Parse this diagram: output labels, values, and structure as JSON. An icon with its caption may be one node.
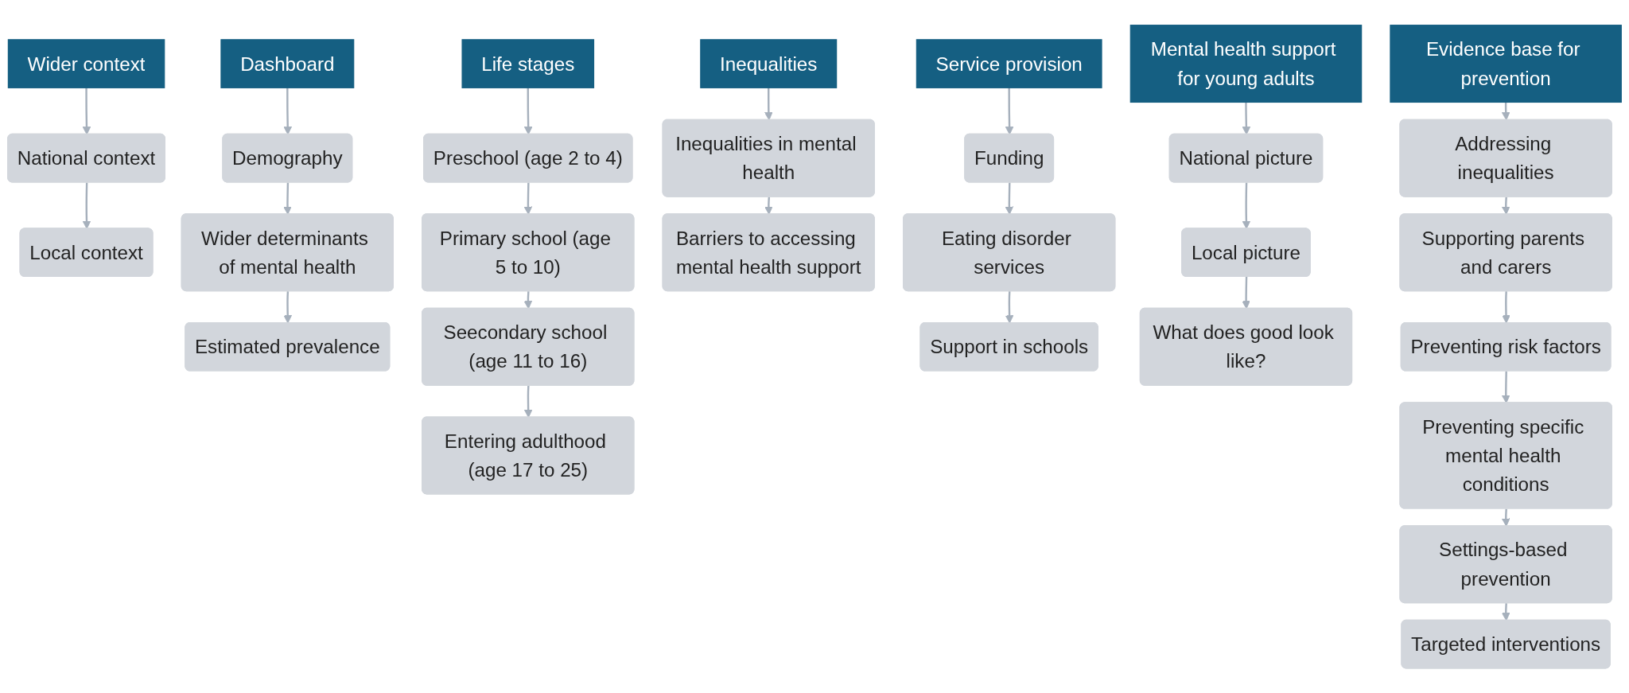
{
  "diagram": {
    "nodes": [
      {
        "text": [
          "Wider context"
        ]
      },
      {
        "text": [
          "National context"
        ]
      },
      {
        "text": [
          "Local context"
        ]
      },
      {
        "text": [
          "Dashboard"
        ]
      },
      {
        "text": [
          "Demography"
        ]
      },
      {
        "text": [
          "Wider determinants of mental health"
        ]
      },
      {
        "text": [
          "Estimated prevalence"
        ]
      },
      {
        "text": [
          "Life stages"
        ]
      },
      {
        "text": [
          "Preschool (age 2 to 4)"
        ]
      },
      {
        "text": [
          "Primary school (age 5 to 10)"
        ]
      },
      {
        "text": [
          "Seecondary school (age 11 to 16)"
        ]
      },
      {
        "text": [
          "Entering adulthood (age 17 to 25)"
        ]
      },
      {
        "text": [
          "Inequalities"
        ]
      },
      {
        "text": [
          "Inequalities in mental health"
        ]
      },
      {
        "text": [
          "Barriers to accessing mental health support"
        ]
      },
      {
        "text": [
          "Service provision"
        ]
      },
      {
        "text": [
          "Funding"
        ]
      },
      {
        "text": [
          "Eating disorder services"
        ]
      },
      {
        "text": [
          "Support in schools"
        ]
      },
      {
        "text": [
          "Mental health support for young adults"
        ]
      },
      {
        "text": [
          "National picture"
        ]
      },
      {
        "text": [
          "Local picture"
        ]
      },
      {
        "text": [
          "What does good look like?"
        ]
      },
      {
        "text": [
          "Evidence base for prevention"
        ]
      },
      {
        "text": [
          "Addressing inequalities"
        ]
      },
      {
        "text": [
          "Supporting parents and carers"
        ]
      },
      {
        "text": [
          "Preventing risk factors"
        ]
      },
      {
        "text": [
          "Preventing specific mental health conditions"
        ]
      },
      {
        "text": [
          "Settings-based prevention"
        ]
      },
      {
        "text": [
          "Targeted interventions"
        ]
      }
    ],
    "edges": [
      {
        "from": 0,
        "to": 1,
        "arrow": "to"
      },
      {
        "from": 1,
        "to": 2,
        "arrow": "to"
      },
      {
        "from": 3,
        "to": 4,
        "arrow": "to"
      },
      {
        "from": 4,
        "to": 5,
        "arrow": "to"
      },
      {
        "from": 5,
        "to": 6,
        "arrow": "to"
      },
      {
        "from": 7,
        "to": 8,
        "arrow": "to"
      },
      {
        "from": 8,
        "to": 9,
        "arrow": "to"
      },
      {
        "from": 9,
        "to": 10,
        "arrow": "to"
      },
      {
        "from": 10,
        "to": 11,
        "arrow": "to"
      },
      {
        "from": 12,
        "to": 13,
        "arrow": "to"
      },
      {
        "from": 13,
        "to": 14,
        "arrow": "to"
      },
      {
        "from": 15,
        "to": 16,
        "arrow": "to"
      },
      {
        "from": 16,
        "to": 17,
        "arrow": "to"
      },
      {
        "from": 17,
        "to": 18,
        "arrow": "to"
      },
      {
        "from": 19,
        "to": 20,
        "arrow": "to"
      },
      {
        "from": 20,
        "to": 21,
        "arrow": "to"
      },
      {
        "from": 21,
        "to": 22,
        "arrow": "to"
      },
      {
        "from": 23,
        "to": 24,
        "arrow": "to"
      },
      {
        "from": 24,
        "to": 25,
        "arrow": "to"
      },
      {
        "from": 25,
        "to": 26,
        "arrow": "to"
      },
      {
        "from": 26,
        "to": 27,
        "arrow": "to"
      },
      {
        "from": 27,
        "to": 28,
        "arrow": "to"
      },
      {
        "from": 28,
        "to": 29,
        "arrow": "to"
      }
    ]
  }
}
